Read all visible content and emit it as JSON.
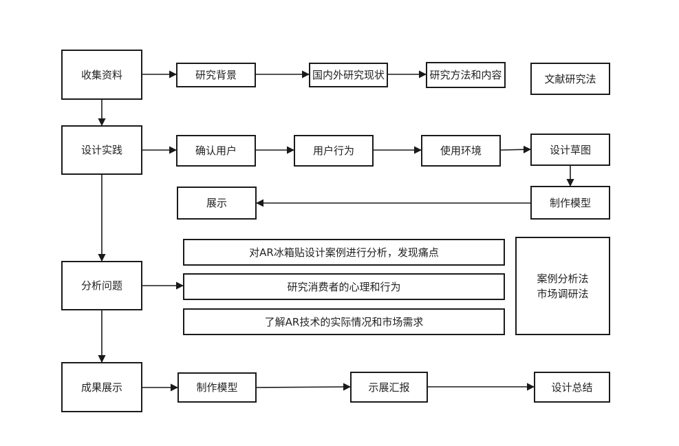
{
  "diagram": {
    "rows": {
      "collect": {
        "main": "收集资料",
        "steps": [
          "研究背景",
          "国内外研究现状",
          "研究方法和内容"
        ],
        "method": "文献研究法"
      },
      "design": {
        "main": "设计实践",
        "steps": [
          "确认用户",
          "用户行为",
          "使用环境",
          "设计草图"
        ],
        "model": "制作模型",
        "display": "展示"
      },
      "analyze": {
        "main": "分析问题",
        "items": [
          "对AR冰箱贴设计案例进行分析，发现痛点",
          "研究消费者的心理和行为",
          "了解AR技术的实际情况和市场需求"
        ],
        "methods": [
          "案例分析法",
          "市场调研法"
        ]
      },
      "result": {
        "main": "成果展示",
        "steps": [
          "制作模型",
          "示展汇报",
          "设计总结"
        ]
      }
    },
    "colors": {
      "stroke": "#1a1a1a",
      "fill": "#ffffff",
      "text": "#222222"
    }
  }
}
